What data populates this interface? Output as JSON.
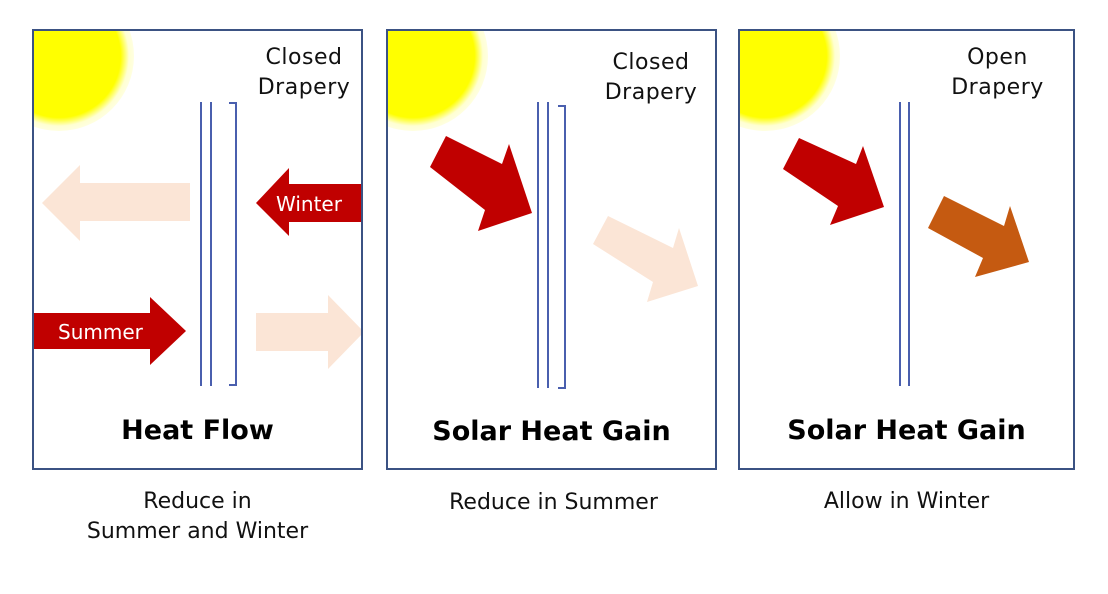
{
  "colors": {
    "border": "#3b5283",
    "glass": "#4a5fae",
    "sun": "#ffff00",
    "arrow_strong": "#c00000",
    "arrow_faint": "#fbe5d6",
    "arrow_transmitted": "#c55a11"
  },
  "panels": [
    {
      "drapery_label_line1": "Closed",
      "drapery_label_line2": "Drapery",
      "title": "Heat Flow",
      "caption_line1": "Reduce in",
      "caption_line2": "Summer and Winter",
      "arrows": [
        {
          "label": "Winter",
          "direction": "left",
          "style": "strong"
        },
        {
          "label": "",
          "direction": "left",
          "style": "faint"
        },
        {
          "label": "Summer",
          "direction": "right",
          "style": "strong"
        },
        {
          "label": "",
          "direction": "right",
          "style": "faint"
        }
      ]
    },
    {
      "drapery_label_line1": "Closed",
      "drapery_label_line2": "Drapery",
      "title": "Solar Heat Gain",
      "caption_line1": "Reduce in Summer",
      "caption_line2": "",
      "arrows": [
        {
          "label": "",
          "direction": "down-right",
          "style": "strong"
        },
        {
          "label": "",
          "direction": "down-right",
          "style": "faint"
        }
      ]
    },
    {
      "drapery_label_line1": "Open",
      "drapery_label_line2": "Drapery",
      "title": "Solar Heat Gain",
      "caption_line1": "Allow in Winter",
      "caption_line2": "",
      "arrows": [
        {
          "label": "",
          "direction": "down-right",
          "style": "strong"
        },
        {
          "label": "",
          "direction": "down-right",
          "style": "transmitted"
        }
      ]
    }
  ]
}
